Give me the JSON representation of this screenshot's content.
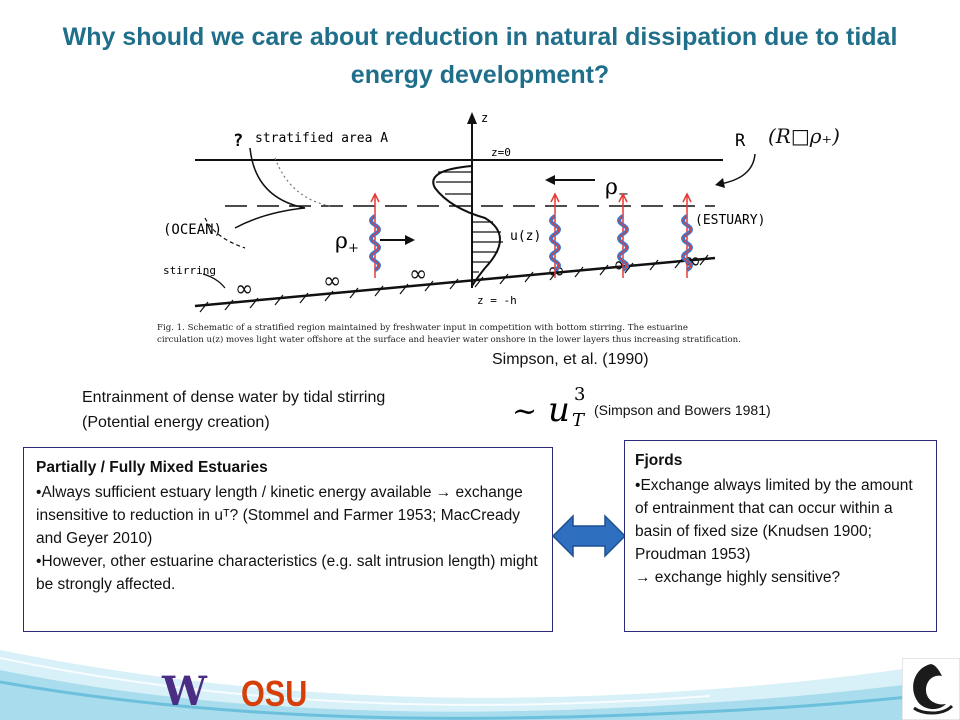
{
  "slide": {
    "title": "Why should we care about reduction in natural dissipation due to tidal energy development?",
    "figure": {
      "labels": {
        "stratified": "stratified area A",
        "question": "?",
        "z0": "z=0",
        "z_axis": "z",
        "ocean": "(OCEAN)",
        "estuary": "(ESTUARY)",
        "uz": "u(z)",
        "stirring": "stirring",
        "zh": "z = -h",
        "R": "R",
        "rho_minus": "ρ",
        "rho_minus_sub": "−",
        "rho_plus": "ρ",
        "rho_plus_sub": "+"
      },
      "caption_line1": "Fig. 1.  Schematic of a stratified region maintained by freshwater input in competition with bottom stirring. The estuarine",
      "caption_line2": "circulation u(z) moves light water offshore at the surface and heavier water onshore in the lower layers thus increasing stratification."
    },
    "formula": "(R□ρ₊)",
    "credit": "Simpson, et al. (1990)",
    "entrainment_line1": "Entrainment of dense water by tidal stirring",
    "entrainment_line2": "(Potential energy creation)",
    "scaling_tilde": "~",
    "scaling_u": "u",
    "scaling_sub": "T",
    "scaling_sup": "3",
    "scaling_cite": "(Simpson and Bowers 1981)",
    "left_box": {
      "heading": "Partially / Fully Mixed Estuaries",
      "bullet1": "Always sufficient estuary length / kinetic energy available  → exchange insensitive to reduction in uᵀ? (Stommel and Farmer 1953; MacCready and Geyer 2010)",
      "bullet2": "However, other estuarine characteristics (e.g. salt intrusion length) might be strongly affected."
    },
    "right_box": {
      "heading": "Fjords",
      "bullet1": "Exchange always limited by the amount of entrainment that can occur within a basin of fixed size (Knudsen 1900; Proudman 1953)",
      "line2": "→ exchange highly sensitive?"
    },
    "logos": {
      "uw": "W",
      "osu": "OSU"
    },
    "colors": {
      "title": "#1f6f8b",
      "box_border": "#2d2a7a",
      "arrow_fill": "#2e6fc0",
      "wave_red": "#e53935",
      "wave_blue": "#3a7bd5",
      "uw_purple": "#4b2e83",
      "osu_orange": "#d73f09"
    }
  }
}
